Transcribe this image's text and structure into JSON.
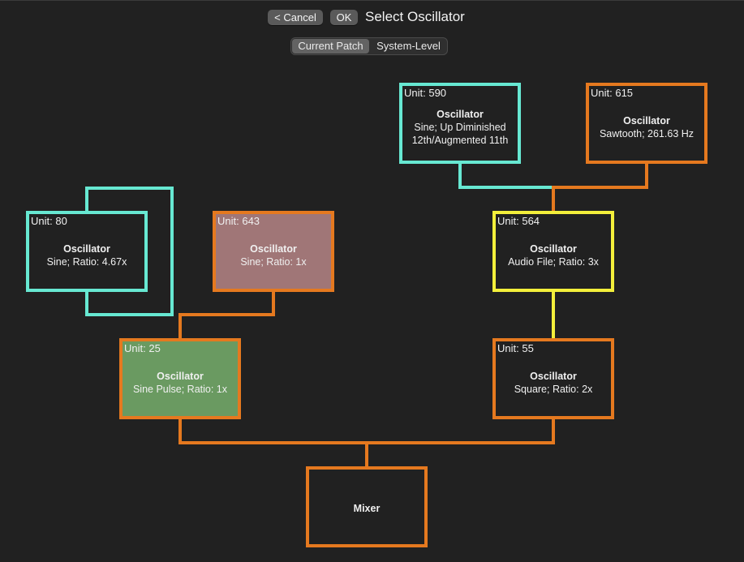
{
  "toolbar": {
    "cancel_label": "< Cancel",
    "ok_label": "OK",
    "title": "Select Oscillator"
  },
  "segmented": {
    "options": [
      "Current Patch",
      "System-Level"
    ],
    "selected": "Current Patch"
  },
  "colors": {
    "background": "#212121",
    "teal": "#67e8d2",
    "orange": "#e5791f",
    "yellow": "#f3ef3b",
    "selected_fill": "#6a9a61",
    "muted_fill": "#a07677"
  },
  "nodes": [
    {
      "id": "590",
      "unit": "Unit: 590",
      "name": "Oscillator",
      "desc": "Sine; Up Diminished 12th/Augmented 11th",
      "color": "teal"
    },
    {
      "id": "615",
      "unit": "Unit: 615",
      "name": "Oscillator",
      "desc": "Sawtooth; 261.63 Hz",
      "color": "orange"
    },
    {
      "id": "80",
      "unit": "Unit: 80",
      "name": "Oscillator",
      "desc": "Sine; Ratio: 4.67x",
      "color": "teal"
    },
    {
      "id": "643",
      "unit": "Unit: 643",
      "name": "Oscillator",
      "desc": "Sine; Ratio: 1x",
      "color": "orange"
    },
    {
      "id": "564",
      "unit": "Unit: 564",
      "name": "Oscillator",
      "desc": "Audio File; Ratio: 3x",
      "color": "yellow"
    },
    {
      "id": "25",
      "unit": "Unit: 25",
      "name": "Oscillator",
      "desc": "Sine Pulse; Ratio: 1x",
      "color": "orange"
    },
    {
      "id": "55",
      "unit": "Unit: 55",
      "name": "Oscillator",
      "desc": "Square; Ratio: 2x",
      "color": "orange"
    }
  ],
  "mixer": {
    "name": "Mixer"
  }
}
